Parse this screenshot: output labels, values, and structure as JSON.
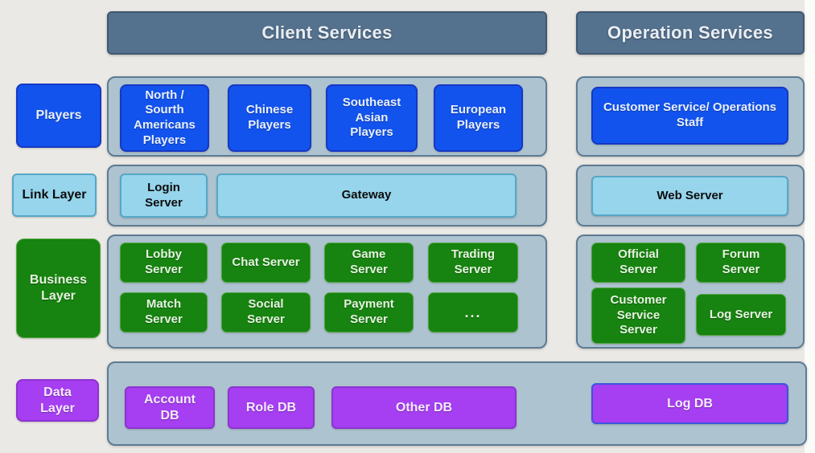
{
  "headers": {
    "client": "Client Services",
    "operation": "Operation Services"
  },
  "layer_labels": {
    "players": "Players",
    "link": "Link Layer",
    "business": "Business Layer",
    "data": "Data Layer"
  },
  "client_services": {
    "players": [
      "North / Sourth Americans Players",
      "Chinese Players",
      "Southeast Asian Players",
      "European Players"
    ],
    "link": {
      "login": "Login Server",
      "gateway": "Gateway"
    },
    "business_row1": [
      "Lobby Server",
      "Chat Server",
      "Game Server",
      "Trading Server"
    ],
    "business_row2": [
      "Match Server",
      "Social Server",
      "Payment Server",
      "..."
    ]
  },
  "operation_services": {
    "players_staff": "Customer Service/ Operations Staff",
    "link": {
      "web": "Web Server"
    },
    "business_row1": [
      "Official Server",
      "Forum Server"
    ],
    "business_row2": [
      "Customer Service Server",
      "Log Server"
    ]
  },
  "data_layer": {
    "databases": [
      "Account DB",
      "Role DB",
      "Other DB",
      "Log DB"
    ]
  },
  "colors": {
    "background": "#ebe9e5",
    "header_bg": "#54718e",
    "container_bg": "#aec3d0",
    "blue": "#1253ee",
    "light_blue": "#96d5ec",
    "green": "#178310",
    "purple": "#a63ef2"
  }
}
